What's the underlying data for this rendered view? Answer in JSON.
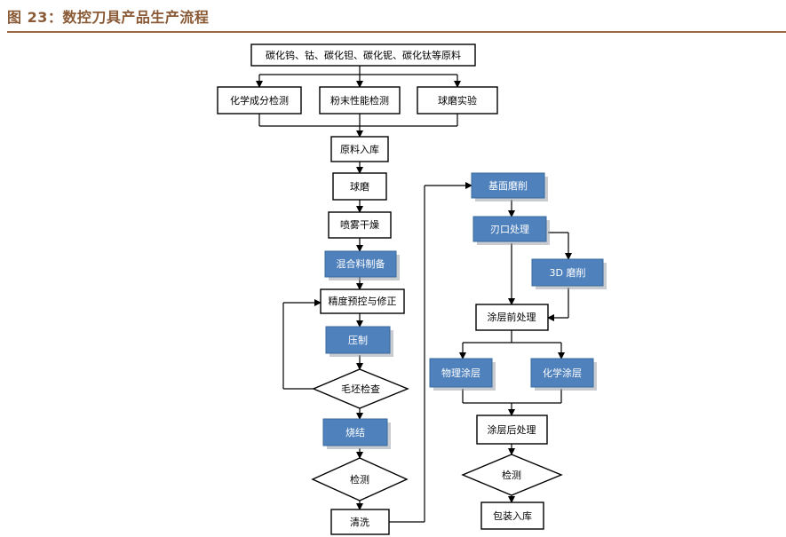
{
  "figure": {
    "title": "图 23：数控刀具产品生产流程"
  },
  "nodes": {
    "raw_materials": "碳化钨、钴、碳化钽、碳化铌、碳化钛等原料",
    "chem_test": "化学成分检测",
    "powder_test": "粉末性能检测",
    "ball_test": "球磨实验",
    "storage": "原料入库",
    "ball_mill": "球磨",
    "spray_dry": "喷雾干燥",
    "mix_prep": "混合料制备",
    "precision": "精度预控与修正",
    "press": "压制",
    "blank_check": "毛坯检查",
    "sinter": "烧结",
    "inspect1": "检测",
    "clean": "清洗",
    "base_grind": "基面磨削",
    "edge_proc": "刃口处理",
    "grind_3d": "3D 磨削",
    "pre_coat": "涂层前处理",
    "pvd": "物理涂层",
    "cvd": "化学涂层",
    "post_coat": "涂层后处理",
    "inspect2": "检测",
    "pack": "包装入库"
  },
  "colors": {
    "accent_blue": "#4f81bd",
    "title_brown": "#8a5a36"
  }
}
